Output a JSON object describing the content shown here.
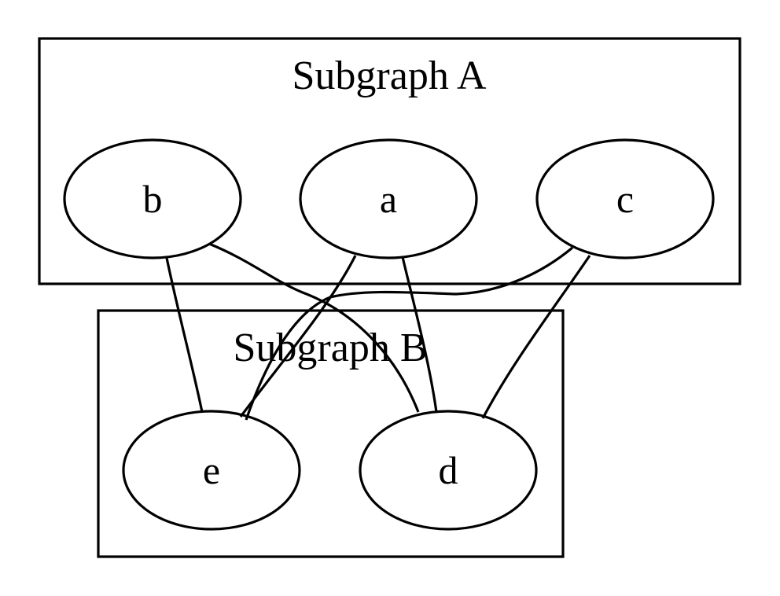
{
  "clusters": [
    {
      "id": "subgraph-a",
      "label": "Subgraph A"
    },
    {
      "id": "subgraph-b",
      "label": "Subgraph B"
    }
  ],
  "nodes": [
    {
      "id": "a",
      "label": "a",
      "cluster": "subgraph-a"
    },
    {
      "id": "b",
      "label": "b",
      "cluster": "subgraph-a"
    },
    {
      "id": "c",
      "label": "c",
      "cluster": "subgraph-a"
    },
    {
      "id": "d",
      "label": "d",
      "cluster": "subgraph-b"
    },
    {
      "id": "e",
      "label": "e",
      "cluster": "subgraph-b"
    }
  ],
  "edges": [
    {
      "from": "b",
      "to": "e"
    },
    {
      "from": "b",
      "to": "d"
    },
    {
      "from": "a",
      "to": "e"
    },
    {
      "from": "a",
      "to": "d"
    },
    {
      "from": "c",
      "to": "e"
    },
    {
      "from": "c",
      "to": "d"
    }
  ],
  "colors": {
    "stroke": "#000000",
    "background": "#ffffff"
  }
}
